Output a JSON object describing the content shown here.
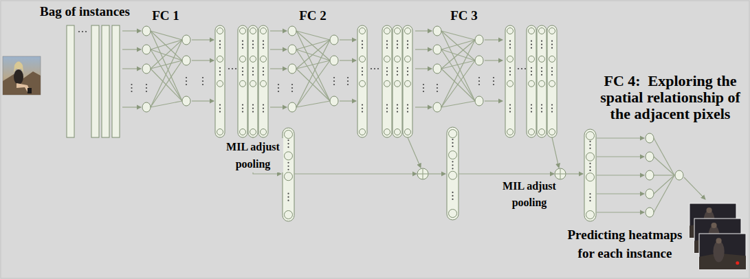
{
  "diagram": {
    "labels": [
      "Bag of instances",
      "FC 1",
      "FC 2",
      "FC 3",
      "MIL adjust pooling",
      "MIL adjust pooling",
      "FC 4:  Exploring the spatial relationship of the adjacent pixels",
      "Predicting heatmaps for each instance"
    ]
  }
}
